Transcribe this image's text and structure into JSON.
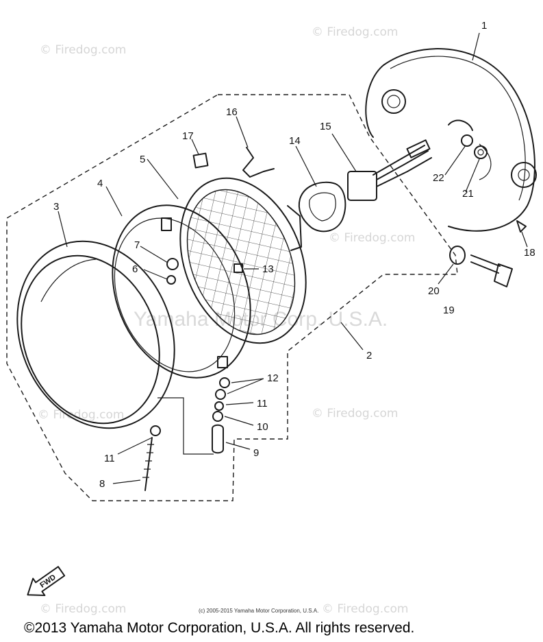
{
  "watermarks": {
    "firedog": "© Firedog.com",
    "center": "Yamaha Motor Corp. U.S.A."
  },
  "labels": {
    "p1": "1",
    "p2": "2",
    "p3": "3",
    "p4": "4",
    "p5": "5",
    "p6": "6",
    "p7": "7",
    "p8": "8",
    "p9": "9",
    "p10": "10",
    "p11a": "11",
    "p11b": "11",
    "p12": "12",
    "p13": "13",
    "p14": "14",
    "p15": "15",
    "p16": "16",
    "p17": "17",
    "p18": "18",
    "p19": "19",
    "p20": "20",
    "p21": "21",
    "p22": "22"
  },
  "fwd": "FWD",
  "fine_print": "(c) 2005-2015 Yamaha Motor Corporation, U.S.A.",
  "copyright": "©2013 Yamaha Motor Corporation, U.S.A. All rights reserved."
}
